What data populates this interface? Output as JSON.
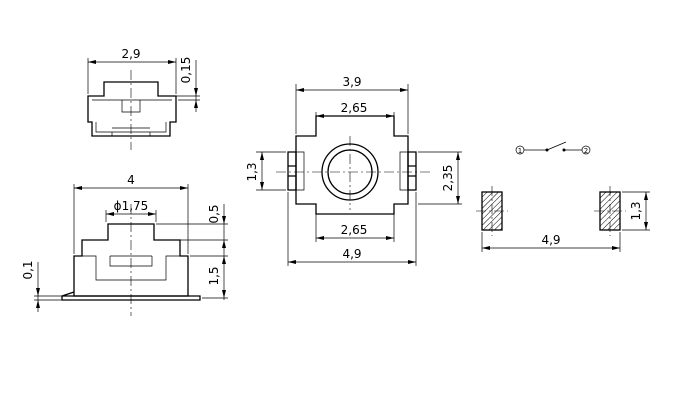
{
  "side_view_top": {
    "width_label": "2,9",
    "offset_label": "0,15"
  },
  "side_view_bottom": {
    "width_label": "4",
    "diameter_label": "ϕ1,75",
    "actuator_height_label": "0,5",
    "body_height_label": "1,5",
    "lead_label": "0,1"
  },
  "top_view": {
    "outer_width_label": "3,9",
    "inner_width_top_label": "2,65",
    "inner_width_bottom_label": "2,65",
    "total_width_label": "4,9",
    "left_height_label": "1,3",
    "right_height_label": "2,35"
  },
  "schematic": {
    "pin1_label": "1",
    "pin2_label": "2"
  },
  "footprint": {
    "pitch_label": "4,9",
    "pad_height_label": "1,3"
  }
}
